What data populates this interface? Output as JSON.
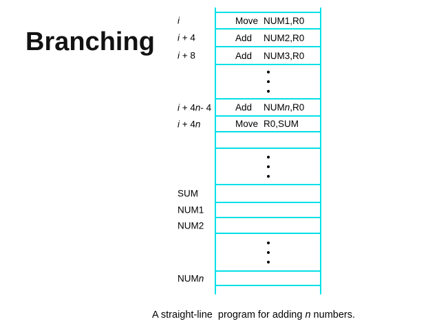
{
  "title": "Branching",
  "caption": "A straight-line  program for adding *n* numbers.",
  "colors": {
    "diagram_line": "#00e0e6",
    "text": "#000000",
    "background": "#ffffff"
  },
  "diagram": {
    "description": "memory-layout-of-straight-line-program",
    "rows": [
      {
        "address": "*i*",
        "op": "Move",
        "operand": "NUM1,R0"
      },
      {
        "address": "*i* + 4",
        "op": "Add",
        "operand": "NUM2,R0"
      },
      {
        "address": "*i* + 8",
        "op": "Add",
        "operand": "NUM3,R0"
      },
      {
        "type": "ellipsis"
      },
      {
        "address": "*i* + 4*n*- 4",
        "op": "Add",
        "operand": "NUM*n*,R0"
      },
      {
        "address": "*i* + 4*n*",
        "op": "Move",
        "operand": "R0,SUM"
      },
      {
        "type": "empty"
      },
      {
        "type": "ellipsis"
      },
      {
        "address": "SUM"
      },
      {
        "address": "NUM1"
      },
      {
        "address": "NUM2"
      },
      {
        "type": "ellipsis"
      },
      {
        "address": "NUM*n*"
      }
    ]
  }
}
